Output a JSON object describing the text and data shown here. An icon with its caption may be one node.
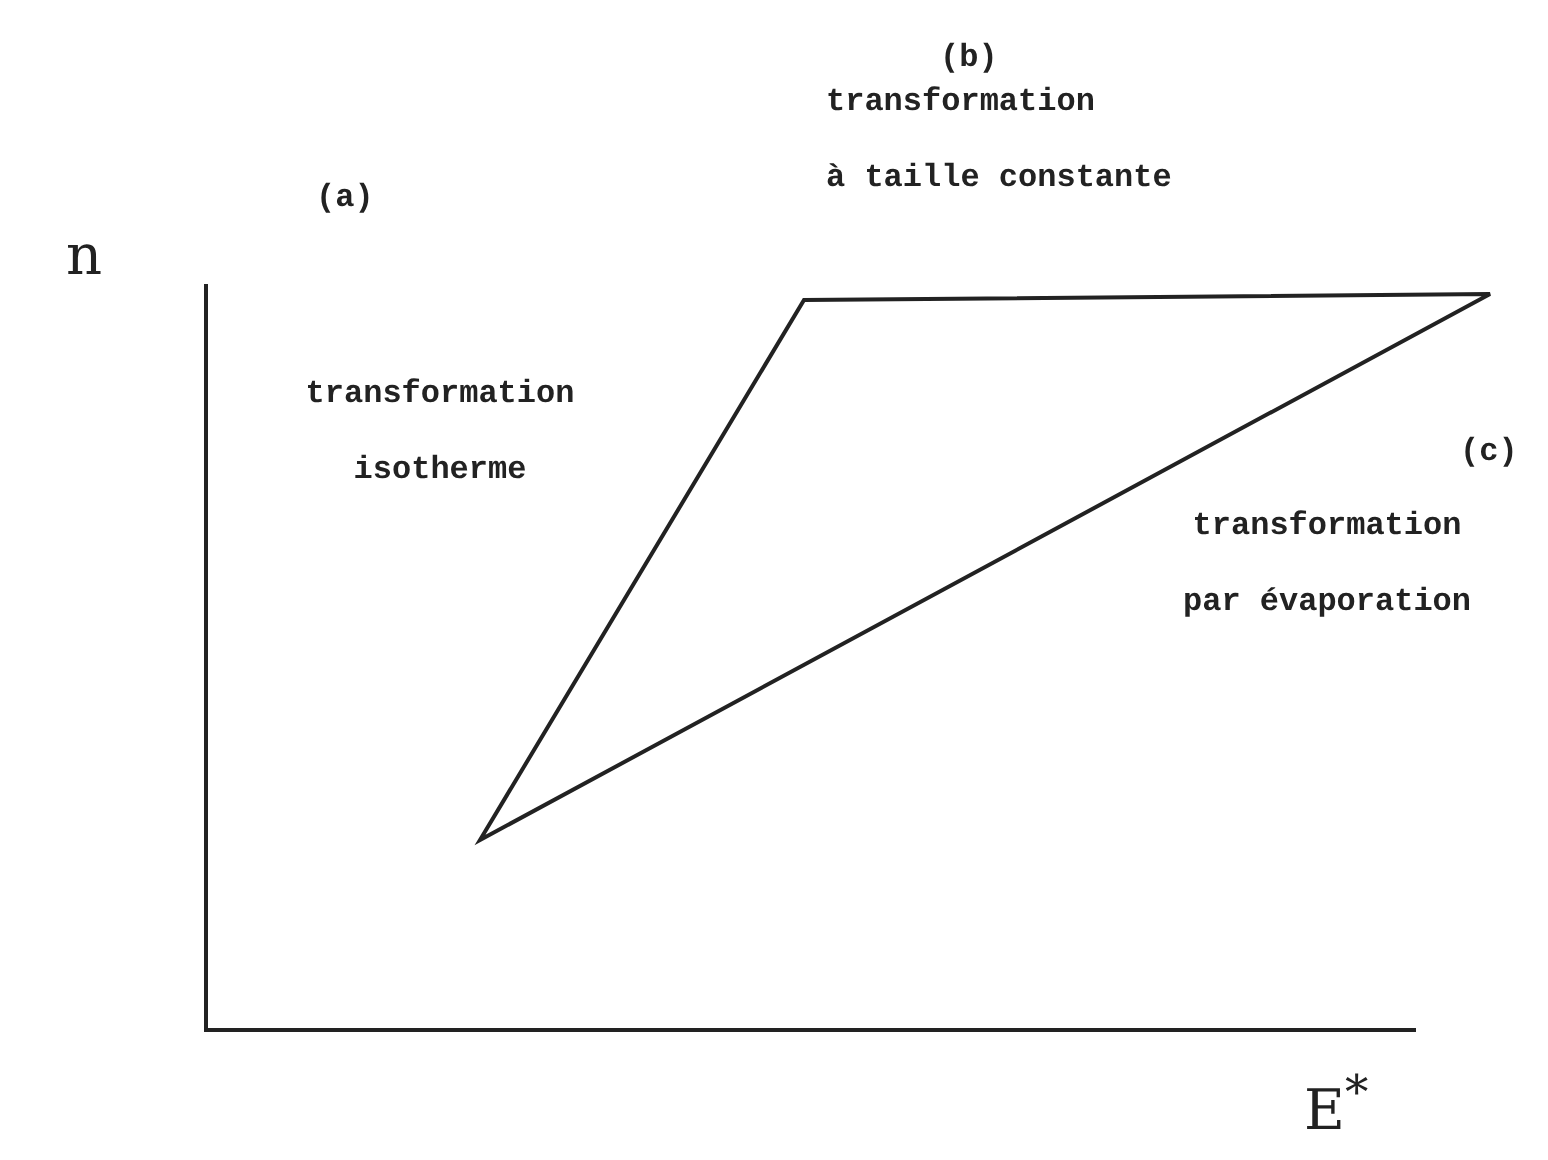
{
  "diagram": {
    "labels": [
      "(b)",
      "transformation à taille constante",
      "n",
      "(a)",
      "transformation isotherme",
      "(c)",
      "transformation par évaporation",
      "E$^{*}$"
    ]
  }
}
